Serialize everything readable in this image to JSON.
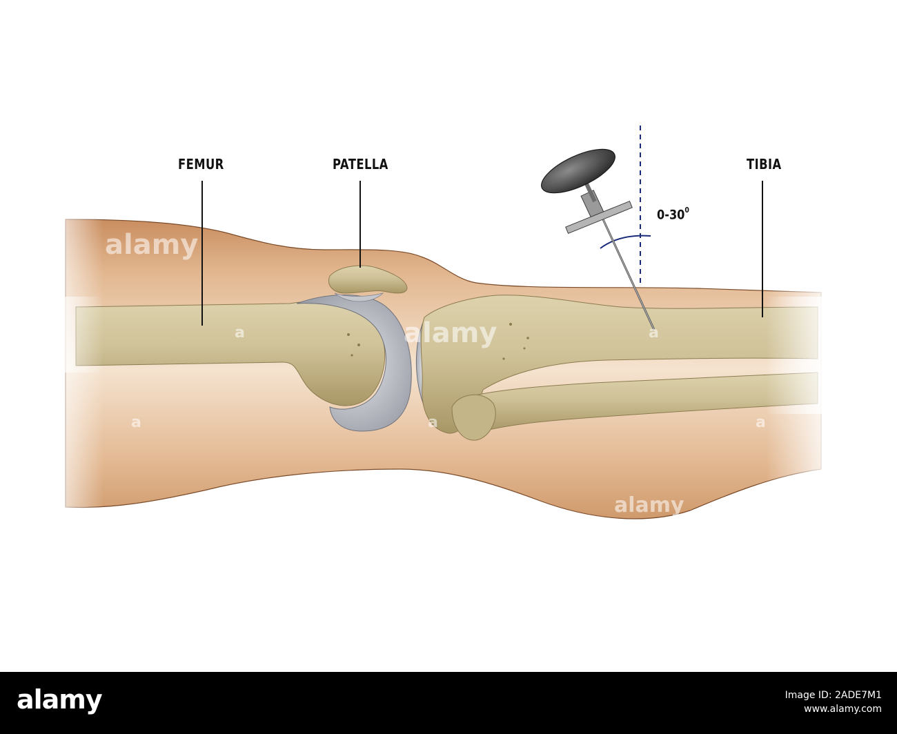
{
  "labels": {
    "femur": "FEMUR",
    "patella": "PATELLA",
    "tibia": "TIBIA",
    "angle_main": "0-30",
    "angle_degree": "0"
  },
  "watermark": {
    "text": "alamy",
    "small": "a"
  },
  "footer": {
    "logo": "alamy",
    "image_id_label": "Image ID: 2ADE7M1",
    "site": "www.alamy.com"
  },
  "colors": {
    "skin": "#e8c7a3",
    "skin_dark": "#c98d5f",
    "bone": "#d2c59e",
    "bone_shadow": "#a3935f",
    "cartilage": "#b9bcc4",
    "angle_line": "#1a2a7a",
    "footer_bg": "#000000"
  }
}
